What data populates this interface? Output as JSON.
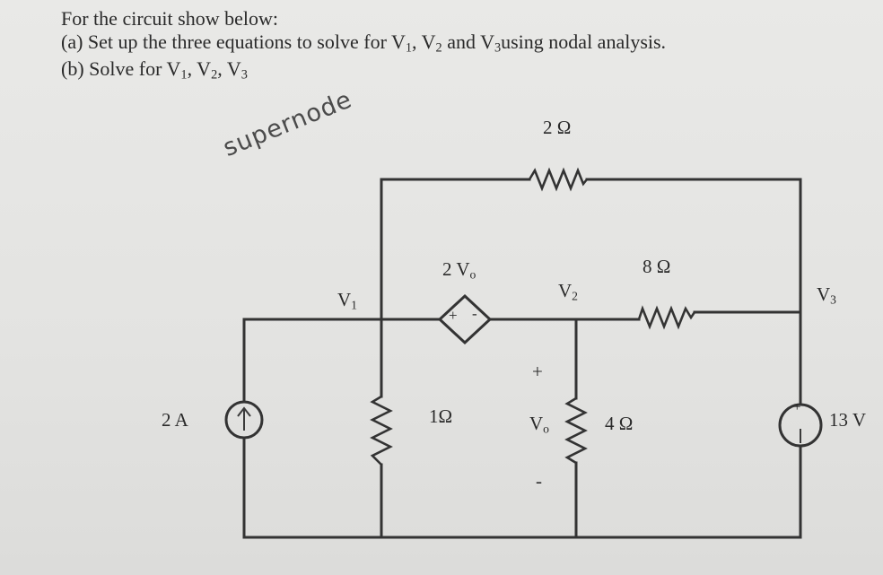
{
  "question": {
    "title": "For the circuit show below:",
    "part_a": {
      "prefix": "(a) Set up the three equations to solve for V",
      "s1": "1",
      "mid1": ", V",
      "s2": "2",
      "mid2": " and V",
      "s3": "3",
      "suffix": "using nodal analysis."
    },
    "part_b": {
      "prefix": "(b) Solve for V",
      "s1": "1",
      "mid1": ", V",
      "s2": "2",
      "mid2": ", V",
      "s3": "3"
    }
  },
  "handwritten_note": "supernode",
  "circuit": {
    "r_top": "2 Ω",
    "r_right": "8 Ω",
    "r_left": "1Ω",
    "r_mid": "4 Ω",
    "dependent_source": {
      "label_main": "2 V",
      "label_sub": "o",
      "plus": "+",
      "minus": "-"
    },
    "current_source": "2 A",
    "voltage_source": "13 V",
    "node_v1": {
      "main": "V",
      "sub": "1"
    },
    "node_v2": {
      "main": "V",
      "sub": "2"
    },
    "node_v3": {
      "main": "V",
      "sub": "3"
    },
    "vo": {
      "main": "V",
      "sub": "o",
      "plus": "+",
      "minus": "-"
    },
    "vs_plus": "+"
  }
}
